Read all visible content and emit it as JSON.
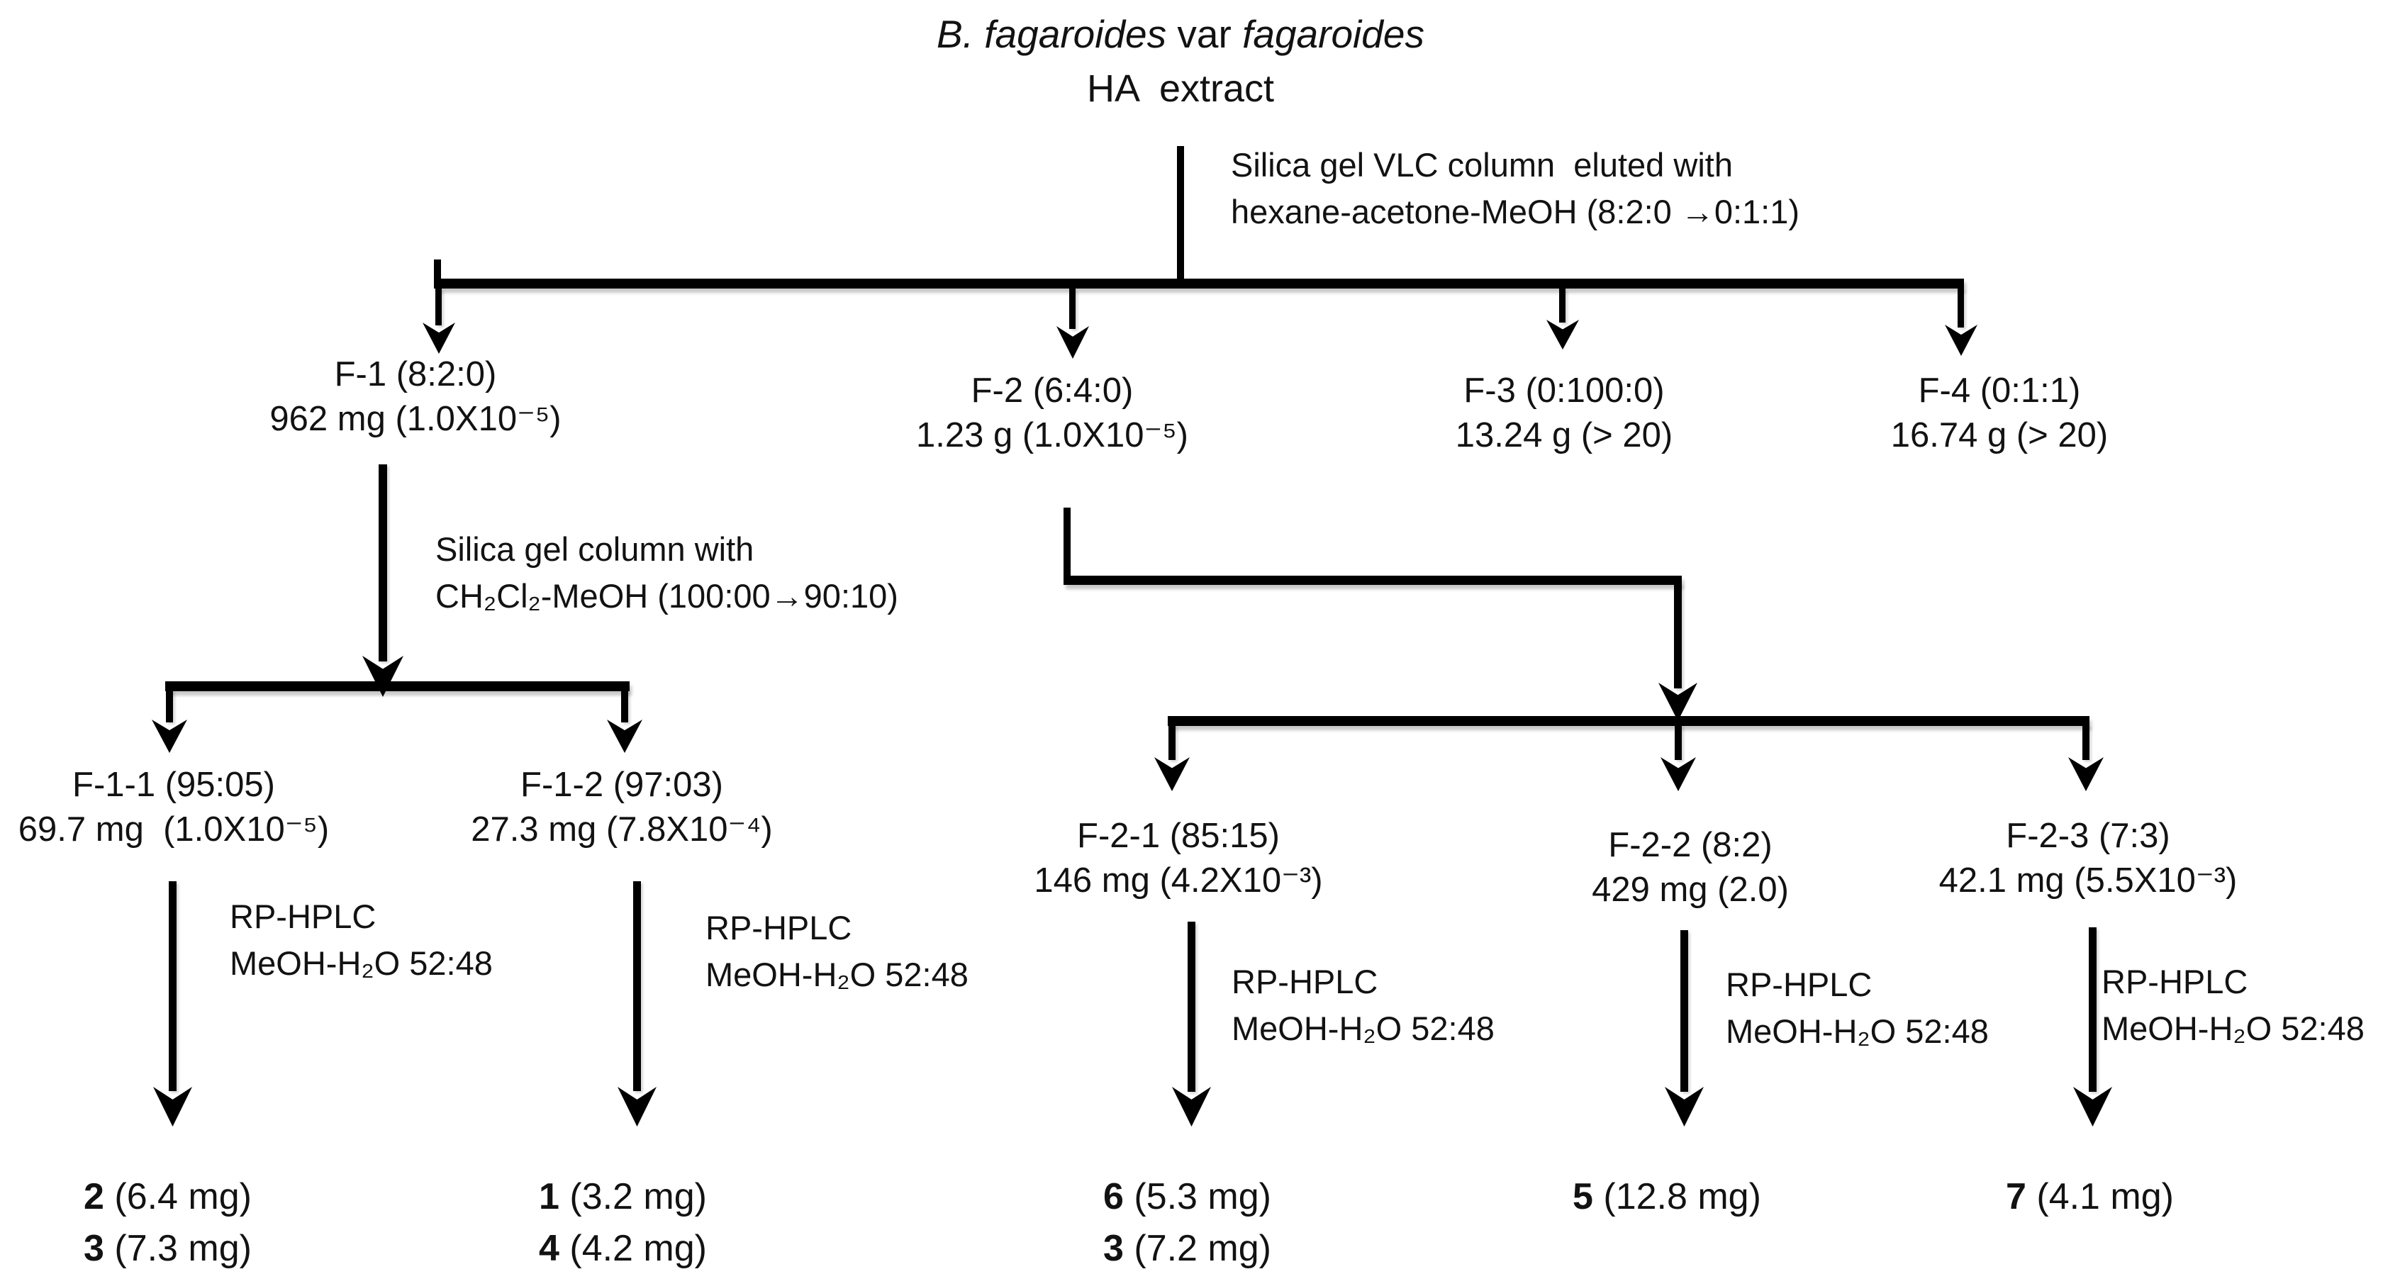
{
  "root": {
    "species_part1": "B. fagaroides",
    "species_part2": " var ",
    "species_part3": "fagaroides",
    "extract_label": "HA  extract"
  },
  "annotations": {
    "vlc_line1": "Silica gel VLC column  eluted with",
    "vlc_line2": "hexane-acetone-MeOH (8:2:0 →0:1:1)",
    "silica_line1": "Silica gel column with",
    "silica_line2": "CH₂Cl₂-MeOH (100:00→90:10)",
    "rp_hplc_line1": "RP-HPLC",
    "rp_hplc_line2": "MeOH-H₂O 52:48"
  },
  "level1": [
    {
      "name": "F-1 (8:2:0)",
      "amount": "962 mg (1.0X10⁻⁵)"
    },
    {
      "name": "F-2 (6:4:0)",
      "amount": "1.23 g (1.0X10⁻⁵)"
    },
    {
      "name": "F-3 (0:100:0)",
      "amount": "13.24 g (> 20)"
    },
    {
      "name": "F-4 (0:1:1)",
      "amount": "16.74 g (> 20)"
    }
  ],
  "level2": [
    {
      "name": "F-1-1 (95:05)",
      "amount": "69.7 mg  (1.0X10⁻⁵)"
    },
    {
      "name": "F-1-2 (97:03)",
      "amount": "27.3 mg (7.8X10⁻⁴)"
    },
    {
      "name": "F-2-1 (85:15)",
      "amount": "146 mg (4.2X10⁻³)"
    },
    {
      "name": "F-2-2 (8:2)",
      "amount": "429 mg (2.0)"
    },
    {
      "name": "F-2-3 (7:3)",
      "amount": "42.1 mg (5.5X10⁻³)"
    }
  ],
  "compounds": [
    {
      "rows": [
        {
          "num": "2",
          "rest": "(6.4 mg)"
        },
        {
          "num": "3",
          "rest": "(7.3 mg)"
        }
      ]
    },
    {
      "rows": [
        {
          "num": "1",
          "rest": "(3.2 mg)"
        },
        {
          "num": "4",
          "rest": "(4.2 mg)"
        }
      ]
    },
    {
      "rows": [
        {
          "num": "6",
          "rest": "(5.3 mg)"
        },
        {
          "num": "3",
          "rest": "(7.2 mg)"
        }
      ]
    },
    {
      "rows": [
        {
          "num": "5",
          "rest": "(12.8 mg)"
        }
      ]
    },
    {
      "rows": [
        {
          "num": "7",
          "rest": "(4.1 mg)"
        }
      ]
    }
  ]
}
